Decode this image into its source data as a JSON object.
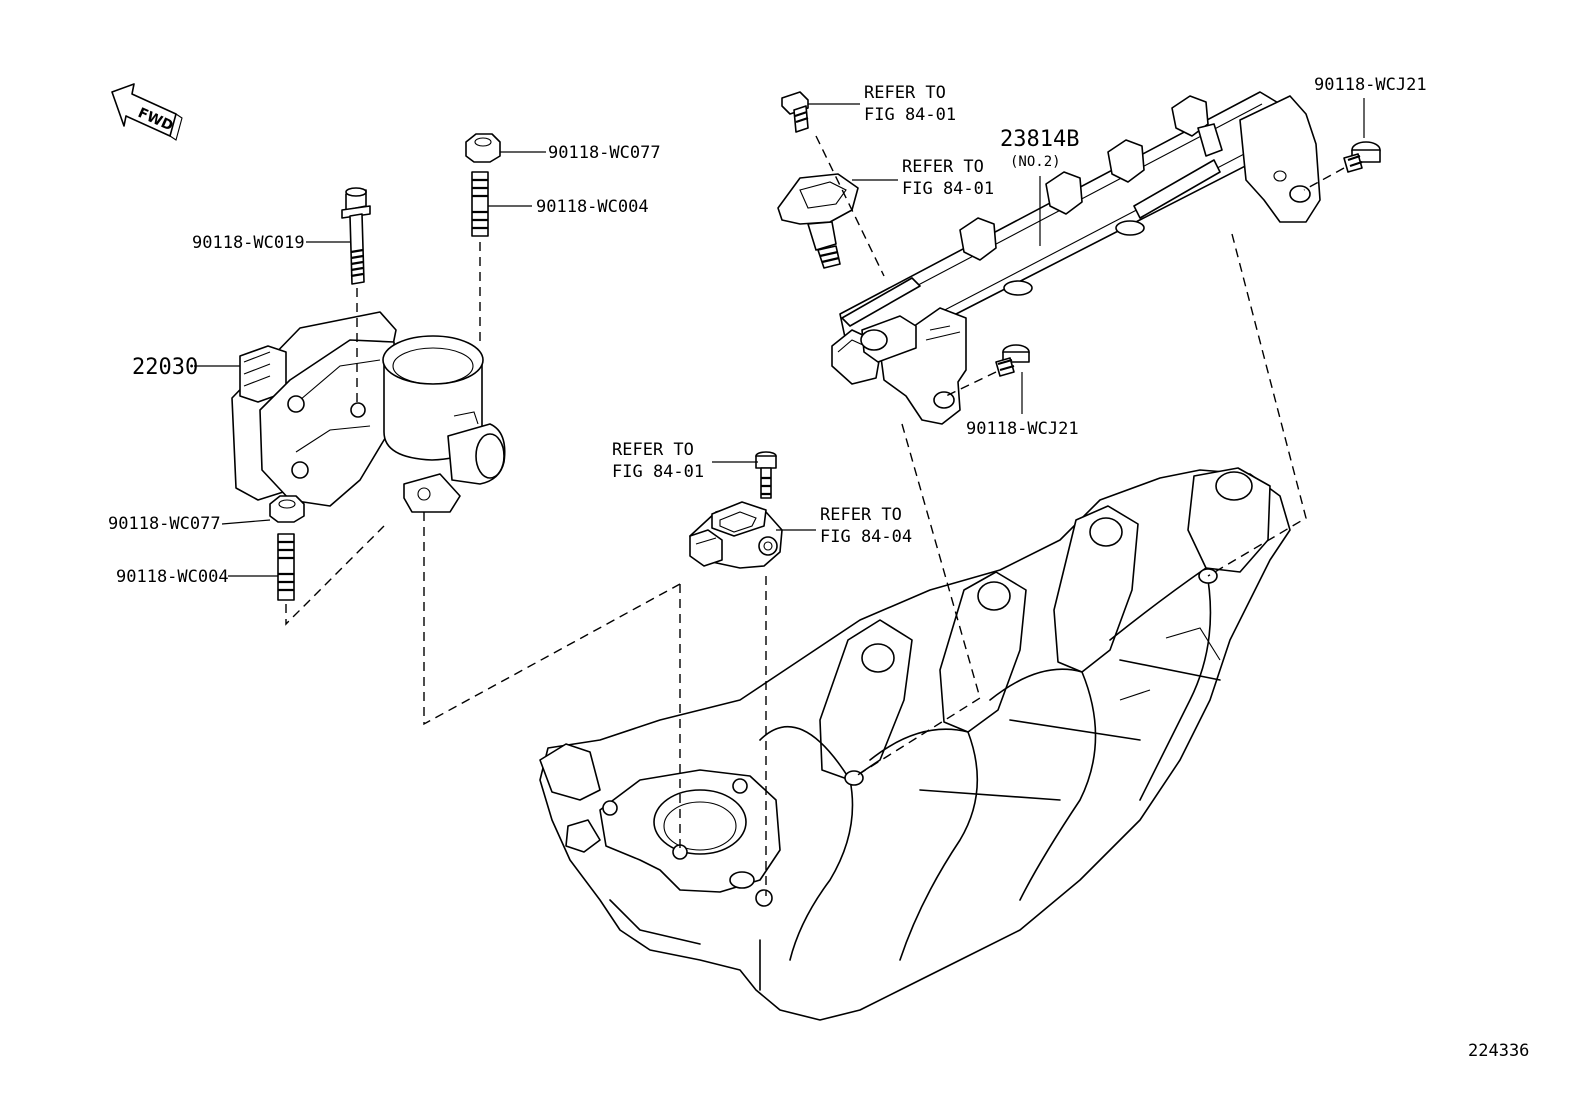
{
  "fwd_label": "FWD",
  "labels": {
    "p_22030": "22030",
    "p_23814b": "23814B",
    "p_23814b_note": "(NO.2)",
    "wc019": "90118-WC019",
    "wc077_top": "90118-WC077",
    "wc004_top": "90118-WC004",
    "wc077_bottom": "90118-WC077",
    "wc004_bottom": "90118-WC004",
    "wcj21_right": "90118-WCJ21",
    "wcj21_mid": "90118-WCJ21"
  },
  "refs": {
    "ref_a_line1": "REFER TO",
    "ref_a_line2": "FIG 84-01",
    "ref_b_line1": "REFER TO",
    "ref_b_line2": "FIG 84-01",
    "ref_c_line1": "REFER TO",
    "ref_c_line2": "FIG 84-01",
    "ref_d_line1": "REFER TO",
    "ref_d_line2": "FIG 84-04"
  },
  "figure_id": "224336"
}
